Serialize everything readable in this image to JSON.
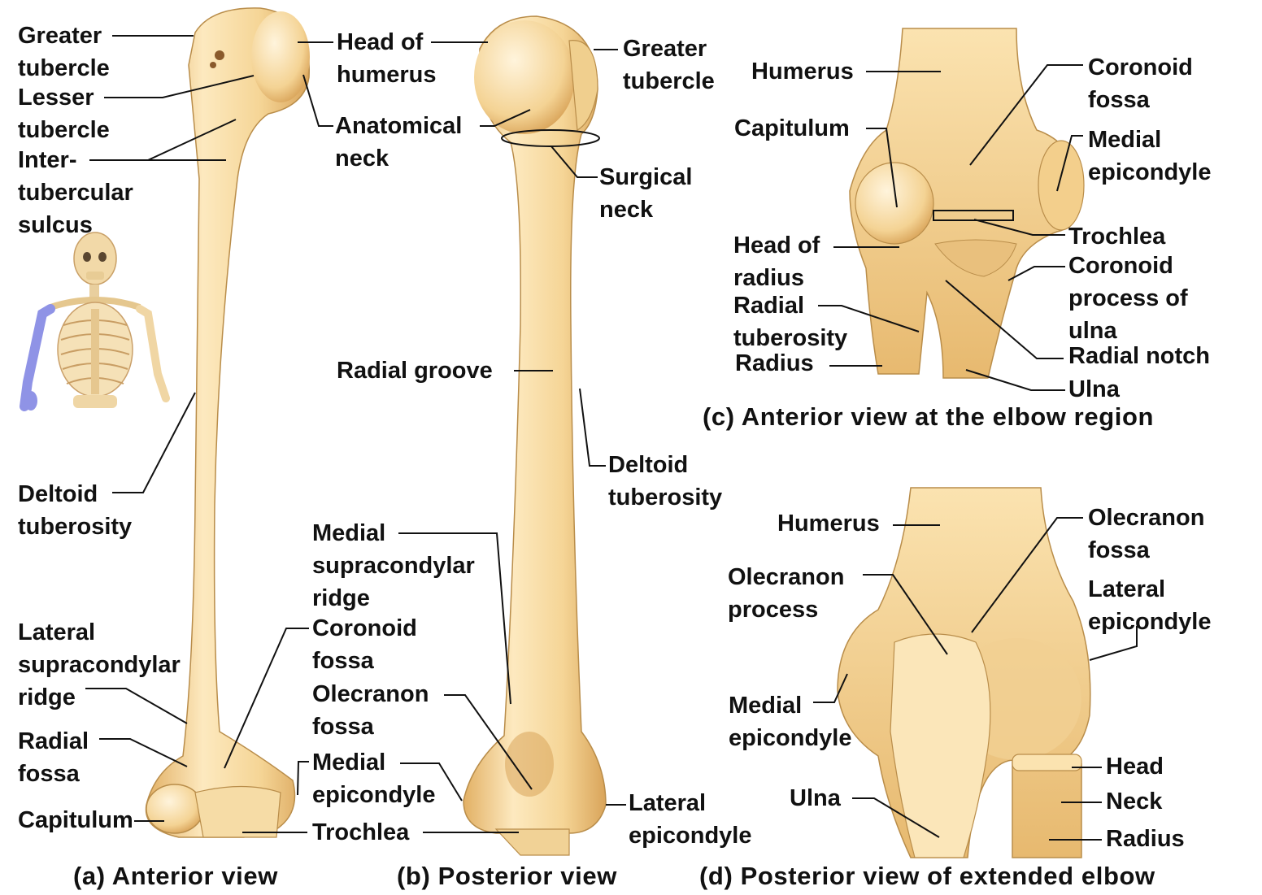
{
  "colors": {
    "bone_light": "#fde9bf",
    "bone_mid": "#f3cf8c",
    "bone_dark": "#d9a45a",
    "highlight_arm": "#8f93e6",
    "line": "#111111"
  },
  "captions": {
    "a": "(a) Anterior view",
    "b": "(b) Posterior view",
    "c": "(c) Anterior view at the elbow region",
    "d": "(d) Posterior view of extended elbow"
  },
  "view_a": {
    "greater_tubercle": "Greater\ntubercle",
    "lesser_tubercle": "Lesser\ntubercle",
    "intertubercular_sulcus": "Inter-\ntubercular\nsulcus",
    "head_of_humerus": "Head of\nhumerus",
    "anatomical_neck": "Anatomical\nneck",
    "deltoid_tuberosity": "Deltoid\ntuberosity",
    "lateral_supracondylar_ridge": "Lateral\nsupracondylar\nridge",
    "radial_fossa": "Radial\nfossa",
    "capitulum": "Capitulum",
    "medial_supracondylar_ridge": "Medial\nsupracondylar\nridge",
    "coronoid_fossa": "Coronoid\nfossa",
    "medial_epicondyle": "Medial\nepicondyle",
    "trochlea": "Trochlea"
  },
  "view_b": {
    "greater_tubercle": "Greater\ntubercle",
    "surgical_neck": "Surgical\nneck",
    "radial_groove": "Radial groove",
    "deltoid_tuberosity": "Deltoid\ntuberosity",
    "olecranon_fossa": "Olecranon\nfossa",
    "lateral_epicondyle": "Lateral\nepicondyle"
  },
  "view_c": {
    "humerus": "Humerus",
    "capitulum": "Capitulum",
    "coronoid_fossa": "Coronoid\nfossa",
    "medial_epicondyle": "Medial\nepicondyle",
    "trochlea": "Trochlea",
    "head_of_radius": "Head of\nradius",
    "radial_tuberosity": "Radial\ntuberosity",
    "radius": "Radius",
    "coronoid_process": "Coronoid\nprocess of\nulna",
    "radial_notch": "Radial notch",
    "ulna": "Ulna"
  },
  "view_d": {
    "humerus": "Humerus",
    "olecranon_fossa": "Olecranon\nfossa",
    "olecranon_process": "Olecranon\nprocess",
    "lateral_epicondyle": "Lateral\nepicondyle",
    "medial_epicondyle": "Medial\nepicondyle",
    "ulna": "Ulna",
    "head": "Head",
    "neck": "Neck",
    "radius": "Radius"
  }
}
